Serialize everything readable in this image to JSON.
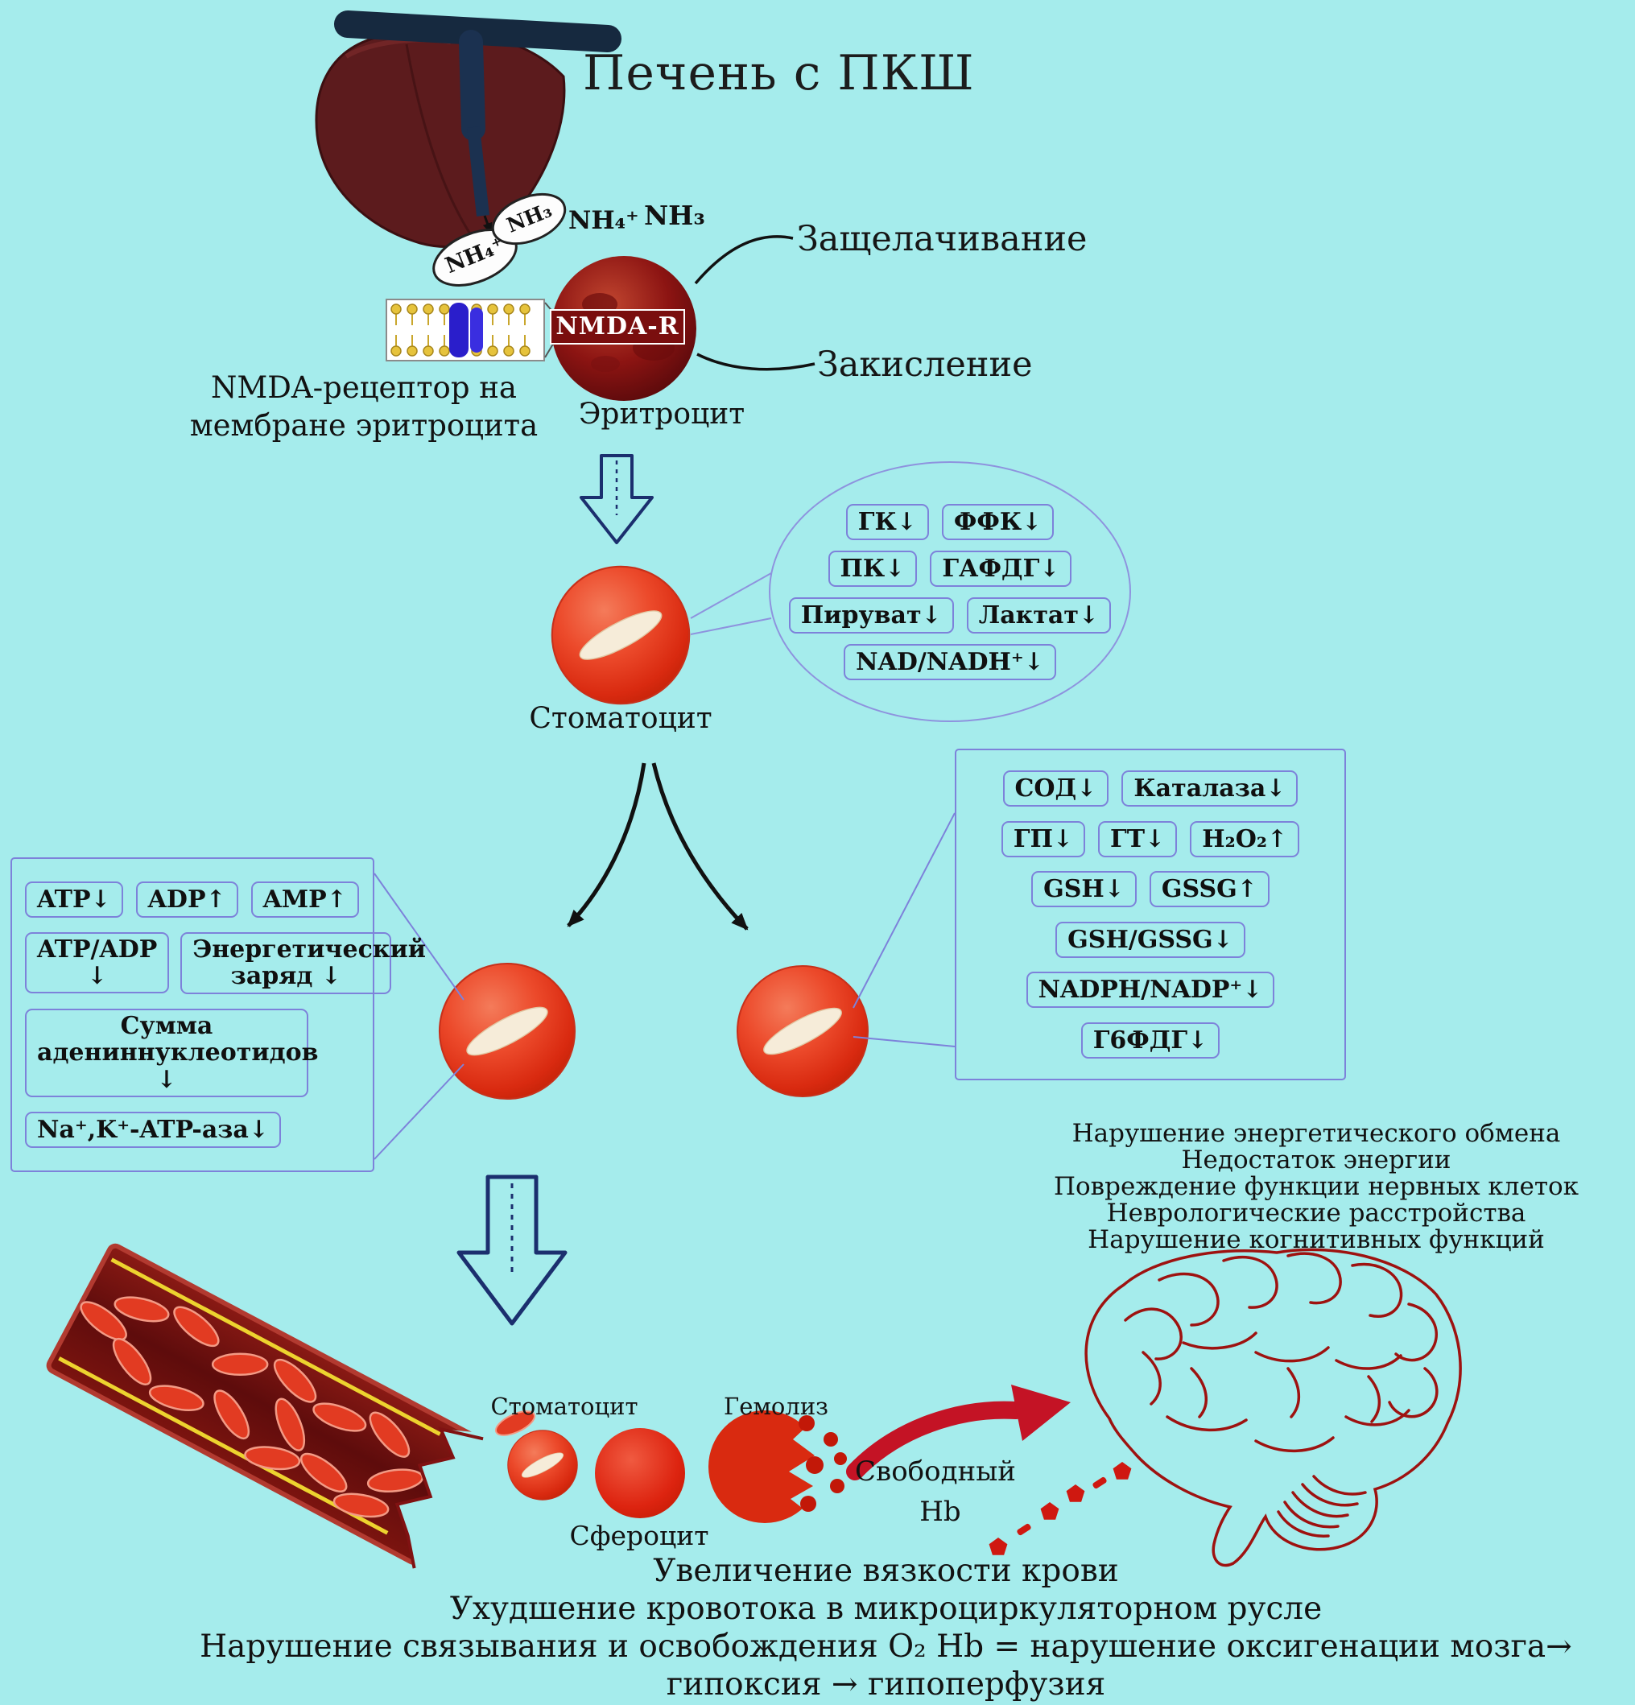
{
  "colors": {
    "background": "#a5ecec",
    "box_border": "#7d82da",
    "navy_arrow": "#1b2f6e",
    "cell_red": "#e8381c",
    "dark_erythrocyte": "#8c1412",
    "vessel_red": "#6e1010",
    "brain_line": "#9e1210",
    "free_hb_arrow": "#c41325",
    "vessel_yellow": "#edd32f"
  },
  "title": "Печень с ПКШ",
  "ammonia": {
    "oval1": "NH₄⁺",
    "oval2": "NH₃",
    "label1": "NH₄⁺",
    "label2": "NH₃"
  },
  "receptor": {
    "nmda_r": "NMDA-R",
    "alkalization": "Защелачивание",
    "acidification": "Закисление",
    "caption_line1": "NMDA-рецептор на",
    "caption_line2": "мембране эритроцита",
    "erythrocyte": "Эритроцит"
  },
  "stomatocyte_label": "Стоматоцит",
  "glycolysis_ellipse": {
    "rows": [
      [
        "ГК↓",
        "ФФК↓"
      ],
      [
        "ПК↓",
        "ГАФДГ↓"
      ],
      [
        "Пируват↓",
        "Лактат↓"
      ],
      [
        "NAD/NADH⁺↓"
      ]
    ]
  },
  "energy_box": {
    "row1": [
      "ATP↓",
      "ADP↑",
      "AMP↑"
    ],
    "atp_adp": "ATP/ADP\n↓",
    "energy_charge": "Энергетический заряд ↓",
    "adenine_sum": "Сумма адениннуклеотидов ↓",
    "atpase": "Na⁺,K⁺-ATP-аза↓"
  },
  "antioxidant_box": {
    "rows": [
      [
        "СОД↓",
        "Каталаза↓"
      ],
      [
        "ГП↓",
        "ГТ↓",
        "H₂O₂↑"
      ],
      [
        "GSH↓",
        "GSSG↑"
      ],
      [
        "GSH/GSSG↓"
      ],
      [
        "NADPH/NADP⁺↓"
      ],
      [
        "Г6ФДГ↓"
      ]
    ]
  },
  "neuro_effects": {
    "lines": [
      "Нарушение энергетического обмена",
      "Недостаток энергии",
      "Повреждение функции нервных клеток",
      "Неврологические расстройства",
      "Нарушение когнитивных функций"
    ]
  },
  "vessel_section": {
    "stomatocyte": "Стоматоцит",
    "hemolysis": "Гемолиз",
    "spherocyte": "Сфероцит",
    "free_hb_line1": "Свободный",
    "free_hb_line2": "Hb"
  },
  "bottom_text": {
    "lines": [
      "Увеличение вязкости крови",
      "Ухудшение кровотока в микроциркуляторном русле",
      "Нарушение связывания и освобождения О₂ Hb = нарушение оксигенации мозга→",
      "гипоксия  →  гипоперфузия"
    ]
  }
}
